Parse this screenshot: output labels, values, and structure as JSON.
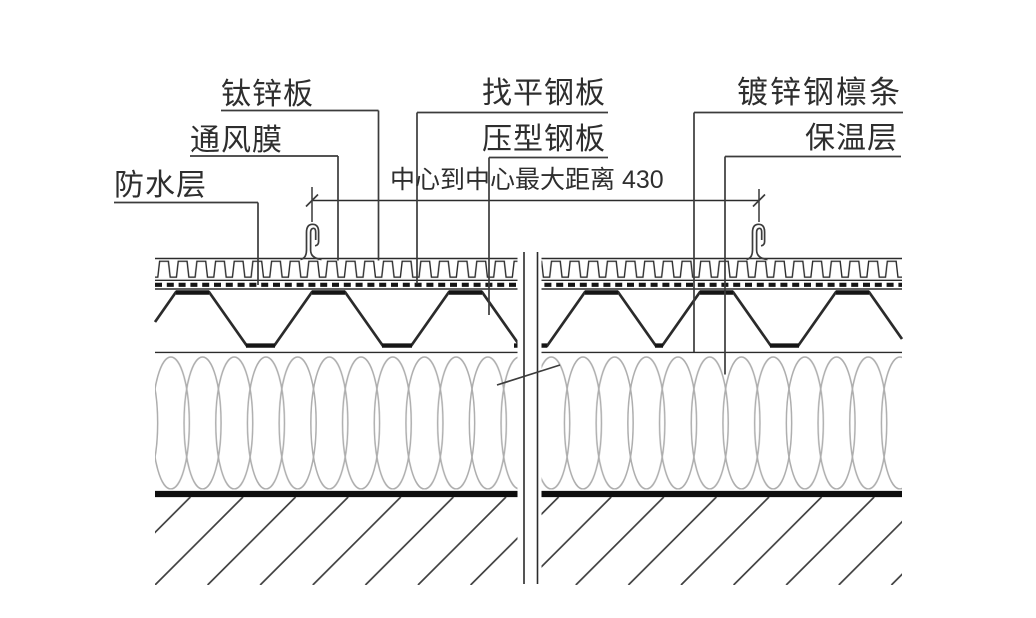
{
  "drawing": {
    "labels": {
      "titanium_zinc_panel": "钛锌板",
      "ventilation_membrane": "通风膜",
      "waterproof_layer": "防水层",
      "leveling_steel_plate": "找平钢板",
      "profiled_steel_plate": "压型钢板",
      "galvanized_steel_purlin": "镀锌钢檩条",
      "insulation_layer": "保温层"
    },
    "dimension": {
      "label": "中心到中心最大距离 430",
      "value": "430"
    },
    "colors": {
      "line-color": "#2b2b2b",
      "text-color": "#2e2e2e",
      "insulation-color": "#adadad",
      "hatch-color": "#404040",
      "bg-color": "#ffffff"
    }
  }
}
